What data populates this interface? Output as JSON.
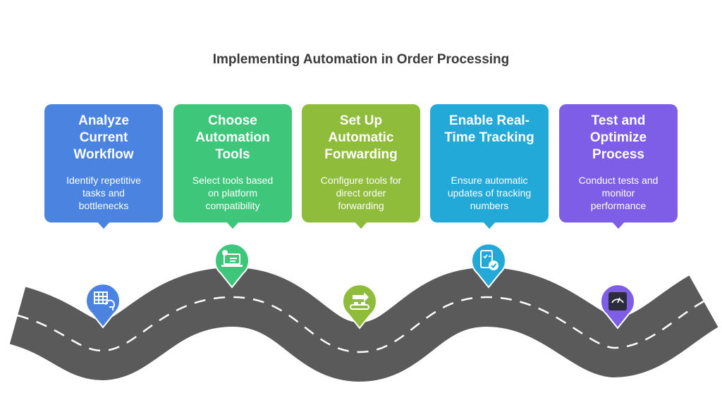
{
  "title": "Implementing Automation in Order Processing",
  "colors": {
    "road": "#5a5a5a",
    "lane": "#ffffff",
    "title_text": "#3a3a3a"
  },
  "steps": [
    {
      "title": "Analyze\nCurrent\nWorkflow",
      "description": "Identify repetitive\ntasks and\nbottlenecks",
      "color": "#4a84e0",
      "icon": "spreadsheet-refresh-icon"
    },
    {
      "title": "Choose\nAutomation\nTools",
      "description": "Select tools based\non platform\ncompatibility",
      "color": "#3ec77a",
      "icon": "laptop-settings-icon"
    },
    {
      "title": "Set Up\nAutomatic\nForwarding",
      "description": "Configure tools for\ndirect order\nforwarding",
      "color": "#8fbc3a",
      "icon": "conveyor-arrow-icon"
    },
    {
      "title": "Enable Real-\nTime Tracking",
      "description": "Ensure automatic\nupdates of tracking\nnumbers",
      "color": "#22a9d8",
      "icon": "mobile-check-icon"
    },
    {
      "title": "Test and\nOptimize\nProcess",
      "description": "Conduct tests and\nmonitor\nperformance",
      "color": "#7e5ee6",
      "icon": "gauge-icon"
    }
  ]
}
